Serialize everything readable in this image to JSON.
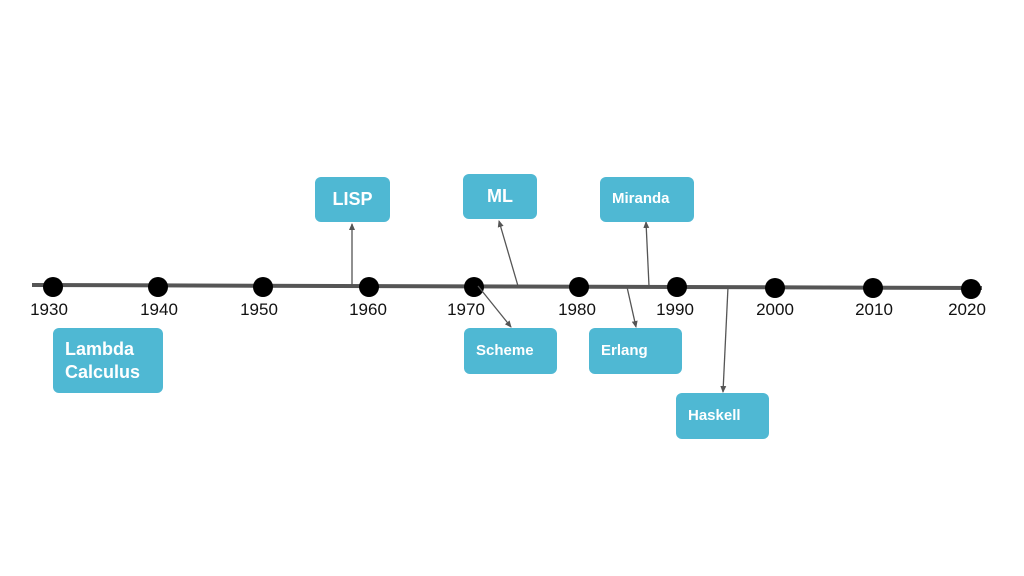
{
  "timeline": {
    "years": [
      "1930",
      "1940",
      "1950",
      "1960",
      "1970",
      "1980",
      "1990",
      "2000",
      "2010",
      "2020"
    ]
  },
  "languages": [
    {
      "id": "lambda-calculus",
      "label": "Lambda\nCalculus"
    },
    {
      "id": "lisp",
      "label": "LISP"
    },
    {
      "id": "ml",
      "label": "ML"
    },
    {
      "id": "miranda",
      "label": "Miranda"
    },
    {
      "id": "scheme",
      "label": "Scheme"
    },
    {
      "id": "erlang",
      "label": "Erlang"
    },
    {
      "id": "haskell",
      "label": "Haskell"
    }
  ],
  "colors": {
    "box": "#4fb8d3",
    "box_text": "#ffffff",
    "line": "#555555",
    "dot": "#000000",
    "arrow": "#555555"
  }
}
